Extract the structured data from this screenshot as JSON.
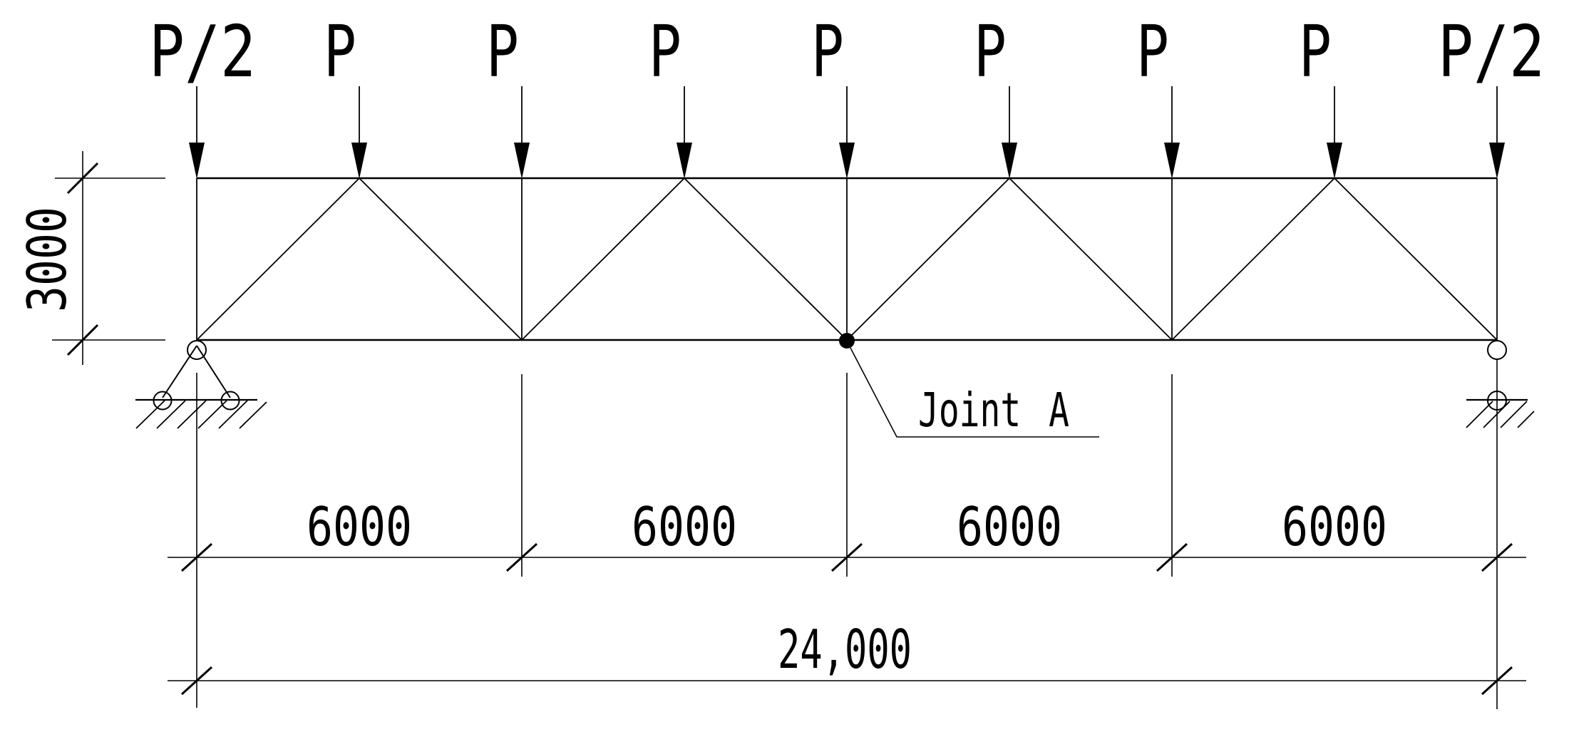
{
  "colors": {
    "ink": "#000000",
    "background": "#ffffff"
  },
  "loads": {
    "labels": [
      "P/2",
      "P",
      "P",
      "P",
      "P",
      "P",
      "P",
      "P",
      "P/2"
    ]
  },
  "joint": {
    "label": "Joint A"
  },
  "dims": {
    "height": "3000",
    "panels": [
      "6000",
      "6000",
      "6000",
      "6000"
    ],
    "overall": "24,000"
  }
}
